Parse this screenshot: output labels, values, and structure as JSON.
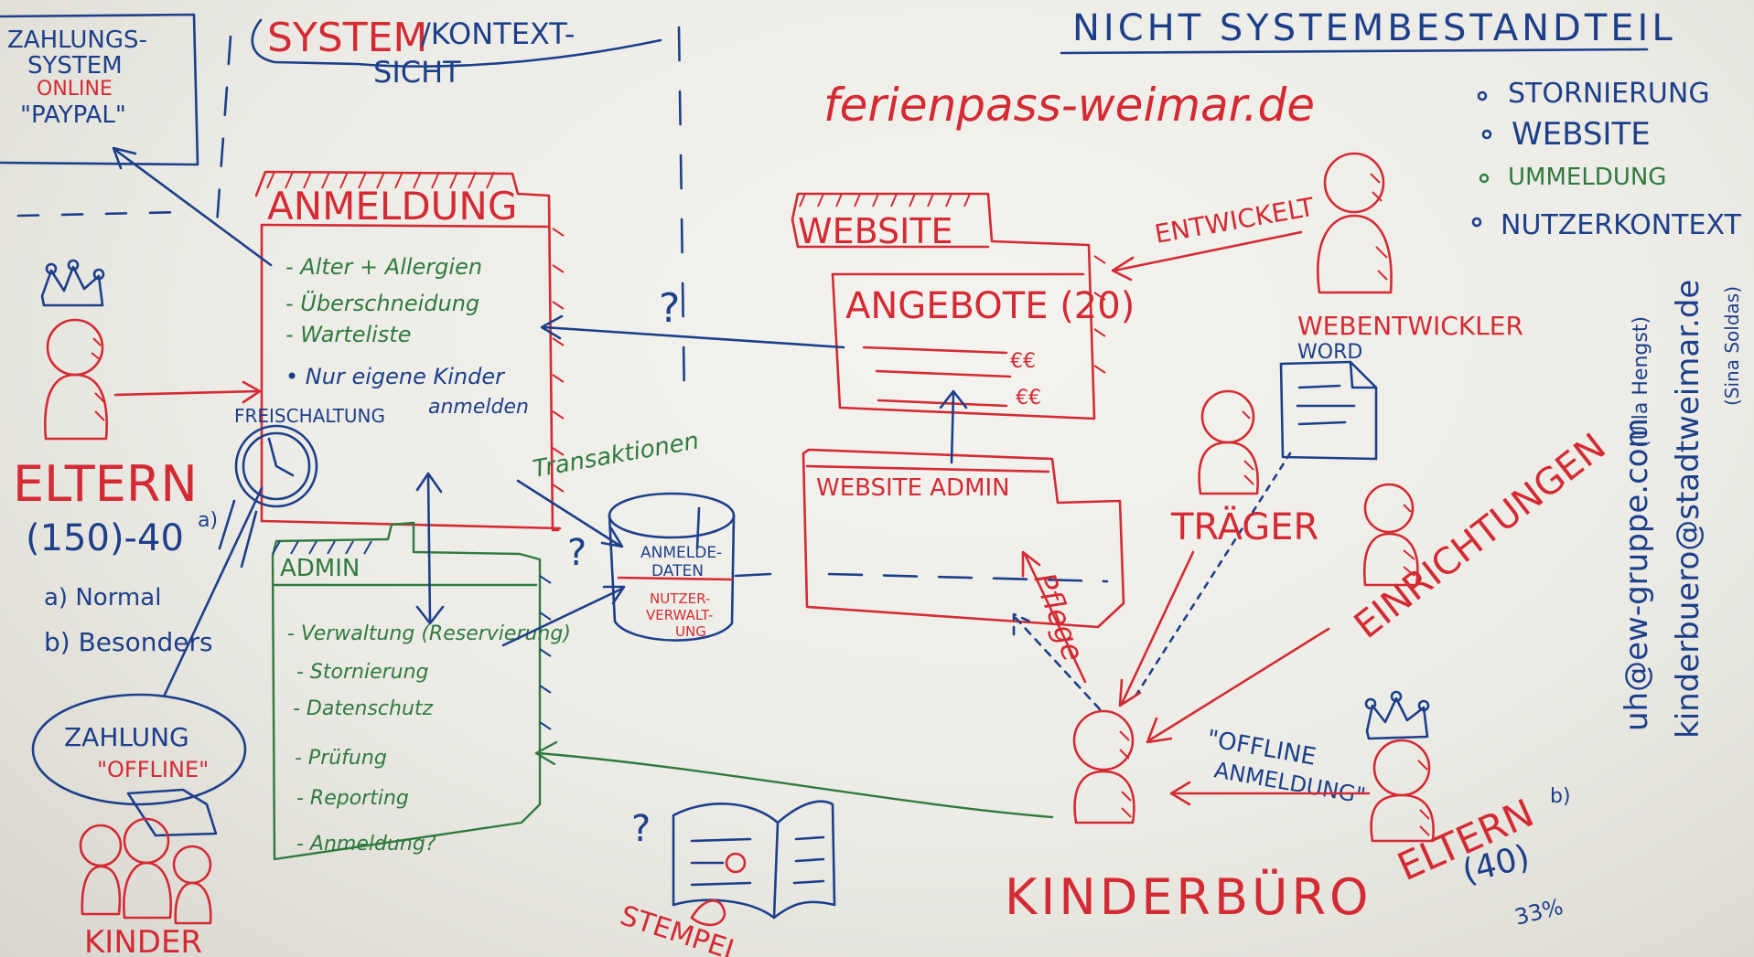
{
  "title": {
    "part1": "SYSTEM",
    "part2": "/KONTEXT-",
    "part3": "SICHT"
  },
  "payment_system": {
    "line1": "ZAHLUNGS-",
    "line2": "SYSTEM",
    "online": "ONLINE",
    "paypal": "\"PAYPAL\""
  },
  "out_of_scope": {
    "heading": "NICHT SYSTEMBESTANDTEIL",
    "items": [
      "STORNIERUNG",
      "WEBSITE",
      "UMMELDUNG",
      "NUTZERKONTEXT"
    ]
  },
  "domain": "ferienpass-weimar.de",
  "registration": {
    "title": "ANMELDUNG",
    "items": [
      "- Alter + Allergien",
      "- Überschneidung",
      "- Warteliste",
      "• Nur eigene Kinder",
      "anmelden"
    ]
  },
  "unlock_label": "FREISCHALTUNG",
  "parents_a": {
    "label": "ELTERN",
    "count": "(150)-40",
    "note_a": "a)",
    "normal": "a) Normal",
    "special": "b) Besonders"
  },
  "payment_offline": {
    "line1": "ZAHLUNG",
    "line2": "\"OFFLINE\""
  },
  "children_label": "KINDER",
  "admin": {
    "title": "ADMIN",
    "items": [
      "- Verwaltung (Reservierung)",
      "- Stornierung",
      "- Datenschutz",
      "- Prüfung",
      "- Reporting",
      "- Anmeldung?"
    ]
  },
  "transactions_label": "Transaktionen",
  "database": {
    "top1": "ANMELDE-",
    "top2": "DATEN",
    "bot1": "NUTZER-",
    "bot2": "VERWALT-",
    "bot3": "UNG"
  },
  "question_mark": "?",
  "website": {
    "title": "WEBSITE",
    "offers": "ANGEBOTE (20)",
    "price1": "€€",
    "price2": "€€"
  },
  "website_admin": {
    "title": "WEBSITE ADMIN"
  },
  "care_label": "Pflege",
  "developer": {
    "arrow_label": "ENTWICKELT",
    "label": "WEBENTWICKLER"
  },
  "word_doc_label": "WORD",
  "sponsor_label": "TRÄGER",
  "facilities_label": "EINRICHTUNGEN",
  "offline_registration": {
    "line1": "\"OFFLINE",
    "line2": "ANMELDUNG\""
  },
  "kinderbuero_label": "KINDERBÜRO",
  "parents_b": {
    "label": "ELTERN",
    "note": "b)",
    "count": "(40)",
    "percent": "33%"
  },
  "stamp_label": "STEMPEL",
  "emails": {
    "email1": "uh@ew-gruppe.com",
    "name1": "(Ulla Hengst)",
    "email2": "kinderbuero@stadtweimar.de",
    "name2": "(Sina Soldas)"
  },
  "colors": {
    "red": "#d42a34",
    "blue": "#1d3f8a",
    "green": "#2f7a3e",
    "board": "#ecebe5"
  }
}
